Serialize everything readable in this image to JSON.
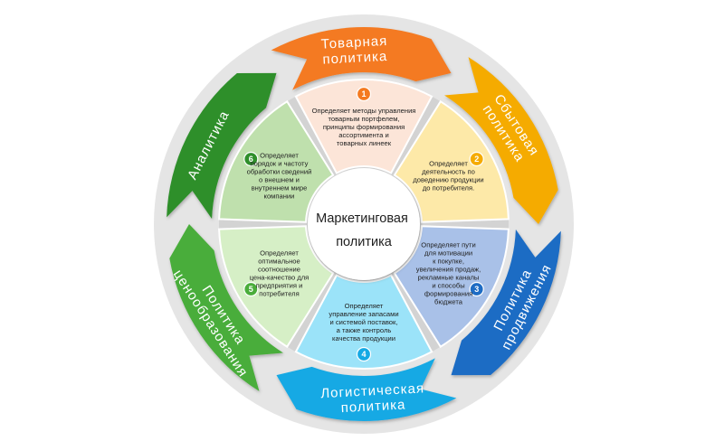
{
  "center": {
    "line1": "Маркетинговая",
    "line2": "политика"
  },
  "colors": {
    "ring": "#e5e5e5",
    "ring_inner": "#d3d3d3",
    "orange": "#f47a20",
    "amber": "#f5ab00",
    "blue": "#1e6cc4",
    "cyan": "#15a9e4",
    "green": "#4aad3a",
    "green_dark": "#2f8f2b"
  },
  "arrows": [
    {
      "lines": [
        "Товарная",
        "политика"
      ],
      "color": "#f47a20"
    },
    {
      "lines": [
        "Сбытовая",
        "политика"
      ],
      "color": "#f5ab00"
    },
    {
      "lines": [
        "Политика",
        "продвижения"
      ],
      "color": "#1e6cc4"
    },
    {
      "lines": [
        "Логистическая",
        "политика"
      ],
      "color": "#15a9e4"
    },
    {
      "lines": [
        "Политика",
        "ценообразования"
      ],
      "color": "#4aad3a"
    },
    {
      "lines": [
        "Аналитика"
      ],
      "color": "#2f8f2b"
    }
  ],
  "segments": [
    {
      "number": "1",
      "fill": "#fce5d8",
      "badge": "#f47a20",
      "lines": [
        "Определяет методы управления",
        "товарным портфелем,",
        "принципы формирования",
        "ассортимента и",
        "товарных линеек"
      ]
    },
    {
      "number": "2",
      "fill": "#fde9a8",
      "badge": "#f5ab00",
      "lines": [
        "Определяет",
        "деятельность по",
        "доведению продукции",
        "до потребителя."
      ]
    },
    {
      "number": "3",
      "fill": "#a9c1e8",
      "badge": "#1e6cc4",
      "lines": [
        "Определяет пути",
        "для мотивации",
        "к покупке,",
        "увеличения продаж,",
        "рекламные каналы",
        "и способы",
        "формирования",
        "бюджета"
      ]
    },
    {
      "number": "4",
      "fill": "#9be3f9",
      "badge": "#15a9e4",
      "lines": [
        "Определяет",
        "управление запасами",
        "и системой поставок,",
        "а также контроль",
        "качества продукции"
      ]
    },
    {
      "number": "5",
      "fill": "#d6efc6",
      "badge": "#4aad3a",
      "lines": [
        "Определяет",
        "оптимальное",
        "соотношение",
        "цена-качество для",
        "предприятия и",
        "потребителя"
      ]
    },
    {
      "number": "6",
      "fill": "#bfe0ad",
      "badge": "#2f8f2b",
      "lines": [
        "Определяет",
        "порядок и частоту",
        "обработки сведений",
        "о внешнем и",
        "внутреннем мире",
        "компании"
      ]
    }
  ]
}
